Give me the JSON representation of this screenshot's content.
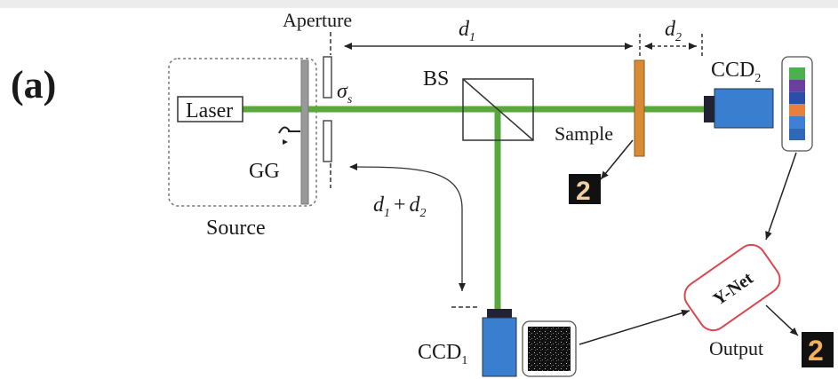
{
  "panel_label": "(a)",
  "labels": {
    "aperture": "Aperture",
    "laser": "Laser",
    "gg": "GG",
    "source": "Source",
    "bs": "BS",
    "sample": "Sample",
    "d1": "d",
    "d1_sub": "1",
    "d2": "d",
    "d2_sub": "2",
    "sigma": "σ",
    "sigma_sub": "s",
    "d_sum_a": "d",
    "d_sum_a_sub": "1",
    "d_sum_plus": "+",
    "d_sum_b": "d",
    "d_sum_b_sub": "2",
    "ccd2": "CCD",
    "ccd2_sub": "2",
    "ccd1": "CCD",
    "ccd1_sub": "1",
    "ynet": "Y-Net",
    "output": "Output",
    "digit_sample": "2",
    "digit_output": "2"
  },
  "colors": {
    "beam": "#5aa83c",
    "camera": "#3a7fcf",
    "sample_plate": "#d98a35",
    "ynet_border": "#d9474f",
    "strip": [
      "#4caf50",
      "#6a3fa0",
      "#2b4fa8",
      "#e6803a",
      "#3f7fd6",
      "#2e69b8"
    ]
  }
}
